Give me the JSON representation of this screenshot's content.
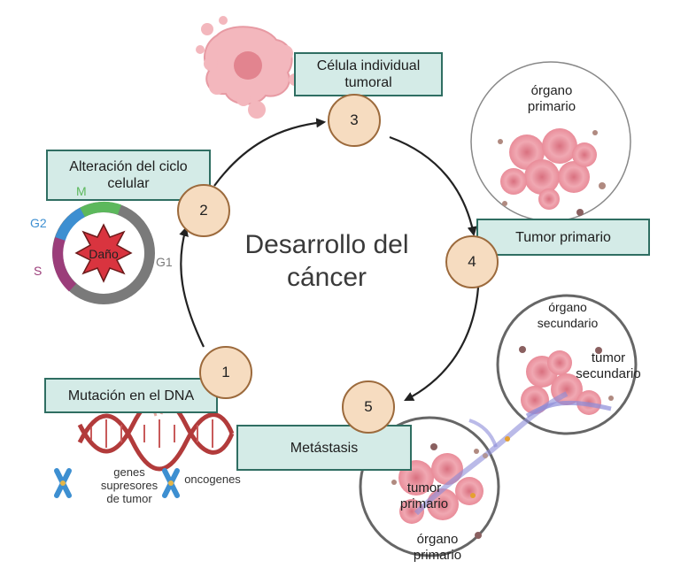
{
  "title": "Desarrollo del cáncer",
  "steps": [
    {
      "number": "1",
      "label": "Mutación en el DNA"
    },
    {
      "number": "2",
      "label": "Alteración del ciclo celular"
    },
    {
      "number": "3",
      "label": "Célula individual tumoral"
    },
    {
      "number": "4",
      "label": "Tumor primario"
    },
    {
      "number": "5",
      "label": "Metástasis"
    }
  ],
  "cell_cycle": {
    "phases": {
      "m": "M",
      "g2": "G2",
      "s": "S",
      "g1": "G1"
    },
    "damage": "Daño"
  },
  "dna": {
    "suppressor": "genes supresores de tumor",
    "oncogenes": "oncogenes"
  },
  "organs": {
    "primary_top": "órgano primario",
    "secondary": "órgano secundario",
    "secondary_tumor": "tumor secundario",
    "primary_tumor": "tumor primario",
    "primary_bottom": "órgano primario"
  },
  "colors": {
    "box_fill": "#d4ebe7",
    "box_border": "#2f6e62",
    "step_fill": "#f6dcc0",
    "m": "#5cb85c",
    "g2": "#3d8fd1",
    "s": "#9b3d7a",
    "g1": "#7a7a7a",
    "damage": "#d9343f",
    "dna": "#b23b3b",
    "cell": "#e88f9b"
  }
}
